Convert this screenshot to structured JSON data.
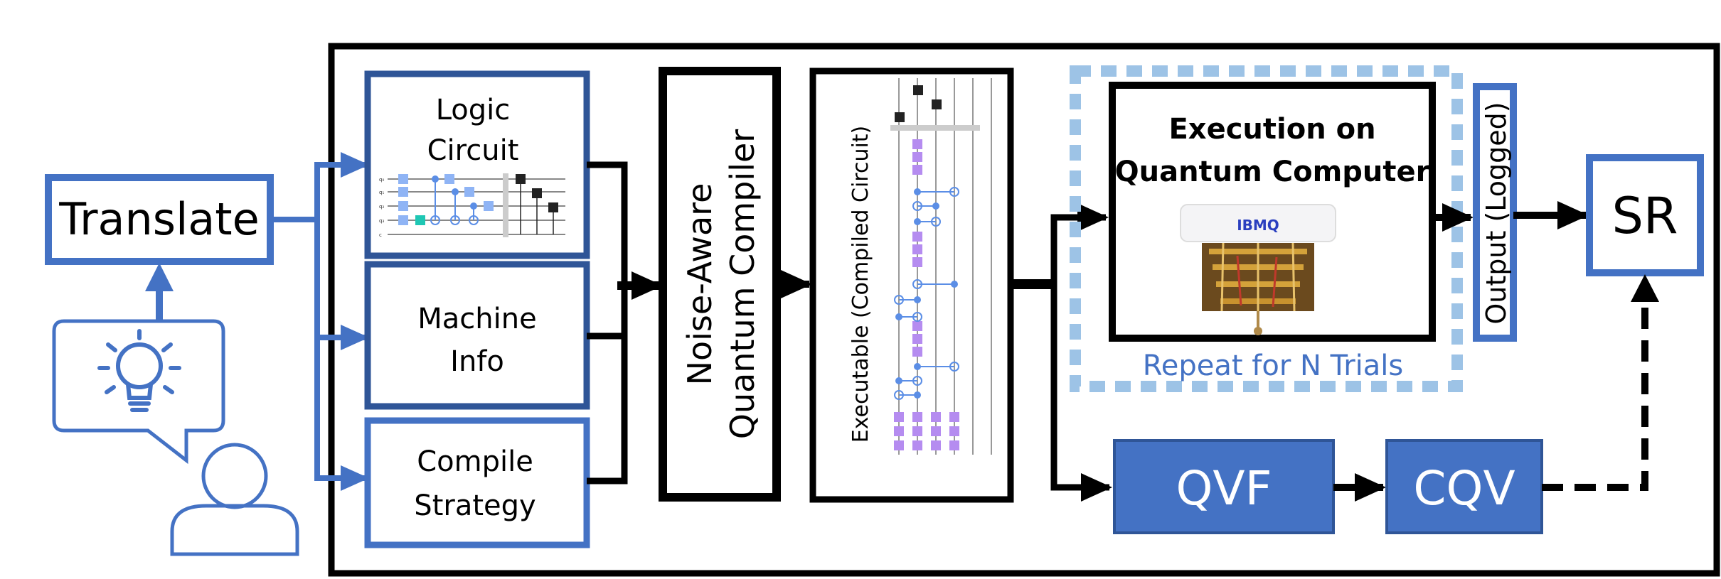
{
  "labels": {
    "translate": "Translate",
    "logic_circuit_line1": "Logic",
    "logic_circuit_line2": "Circuit",
    "machine_info_line1": "Machine",
    "machine_info_line2": "Info",
    "compile_strategy_line1": "Compile",
    "compile_strategy_line2": "Strategy",
    "compiler_line1": "Noise-Aware",
    "compiler_line2": "Quantum Compiler",
    "executable": "Executable (Compiled Circuit)",
    "execution_line1": "Execution on",
    "execution_line2": "Quantum Computer",
    "ibmq_label": "IBMQ",
    "repeat": "Repeat for N Trials",
    "output": "Output (Logged)",
    "sr": "SR",
    "qvf": "QVF",
    "cqv": "CQV"
  },
  "colors": {
    "blue_outline": "#4472C4",
    "dark_blue_outline": "#2F5597",
    "fill_blue": "#4472C4",
    "light_dashed_blue": "#9DC3E6",
    "black": "#000000",
    "gate_blue": "#8FB4F5",
    "gate_purple": "#B58CF0",
    "gate_teal": "#1FC7B4"
  }
}
